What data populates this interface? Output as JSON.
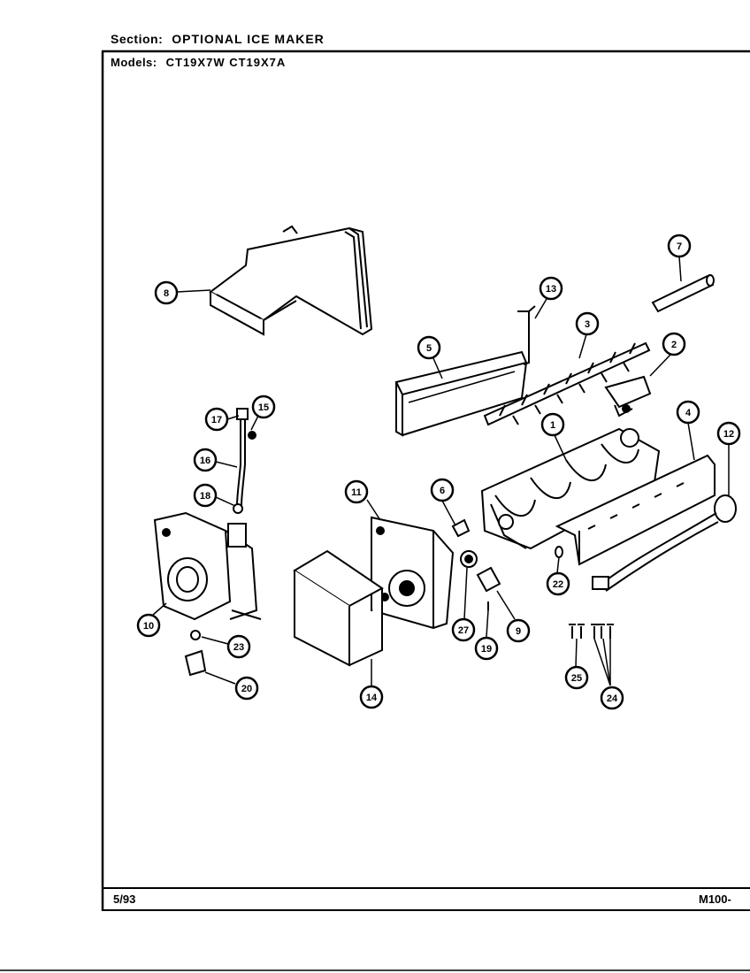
{
  "header": {
    "section_label": "Section:",
    "section_value": "OPTIONAL ICE MAKER",
    "models_label": "Models:",
    "models_value": "CT19X7W CT19X7A"
  },
  "footer": {
    "date": "5/93",
    "code": "M100-"
  },
  "callouts": [
    "8",
    "7",
    "13",
    "5",
    "3",
    "2",
    "17",
    "15",
    "16",
    "18",
    "1",
    "4",
    "12",
    "11",
    "6",
    "10",
    "22",
    "27",
    "19",
    "9",
    "23",
    "20",
    "14",
    "25",
    "24"
  ]
}
